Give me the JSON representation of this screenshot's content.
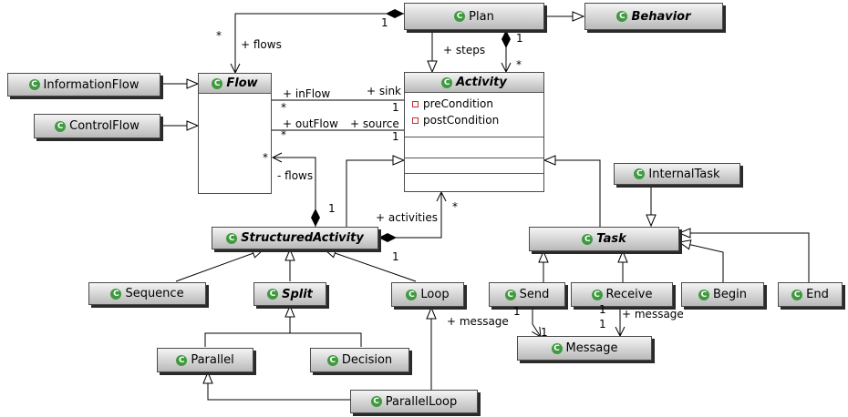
{
  "classes": {
    "plan": "Plan",
    "behavior": "Behavior",
    "flow": "Flow",
    "activity": "Activity",
    "information_flow": "InformationFlow",
    "control_flow": "ControlFlow",
    "internal_task": "InternalTask",
    "task": "Task",
    "structured_activity": "StructuredActivity",
    "sequence": "Sequence",
    "split": "Split",
    "loop": "Loop",
    "send": "Send",
    "receive": "Receive",
    "begin": "Begin",
    "end": "End",
    "message": "Message",
    "parallel": "Parallel",
    "decision": "Decision",
    "parallel_loop": "ParallelLoop"
  },
  "attributes": {
    "pre_condition": "preCondition",
    "post_condition": "postCondition"
  },
  "labels": {
    "flows_top": "+ flows",
    "steps": "+ steps",
    "in_flow": "+ inFlow",
    "sink": "+ sink",
    "out_flow": "+ outFlow",
    "source": "+ source",
    "flows_bottom": "- flows",
    "activities": "+ activities",
    "message_send": "+ message",
    "message_receive": "+ message"
  },
  "multiplicities": {
    "plan_flows_star": "*",
    "plan_flows_one": "1",
    "steps_one": "1",
    "steps_star": "*",
    "in_flow_star": "*",
    "sink_one": "1",
    "out_flow_star": "*",
    "source_one": "1",
    "struct_flows_star": "*",
    "struct_flows_one": "1",
    "activities_star": "*",
    "activities_one": "1",
    "send_one": "1",
    "send_msg_one": "1",
    "receive_one": "1",
    "receive_msg_one": "1"
  },
  "icons": {
    "class_icon": "C"
  },
  "colors": {
    "class_icon": "#3f9a3f",
    "header_top": "#f4f4f4",
    "header_bottom": "#b9b9b9"
  }
}
